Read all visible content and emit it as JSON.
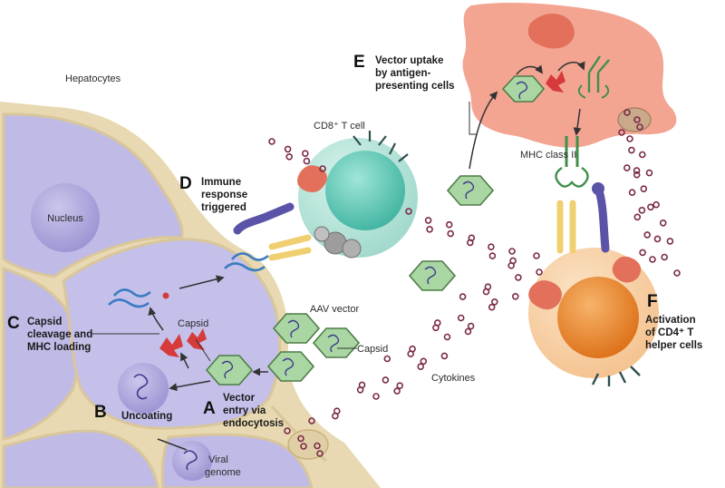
{
  "labels": {
    "hepatocytes": "Hepatocytes",
    "nucleus": "Nucleus",
    "cd8_cell": "CD8⁺ T cell",
    "aav_vector": "AAV vector",
    "capsid_1": "Capsid",
    "capsid_2": "Capsid",
    "cytokines": "Cytokines",
    "mhc_class_ii": "MHC class II",
    "viral": "Viral",
    "genome": "genome"
  },
  "steps": {
    "a": {
      "letter": "A",
      "line1": "Vector",
      "line2": "entry via",
      "line3": "endocytosis"
    },
    "b": {
      "letter": "B",
      "line1": "Uncoating"
    },
    "c": {
      "letter": "C",
      "line1": "Capsid",
      "line2": "cleavage and",
      "line3": "MHC loading"
    },
    "d": {
      "letter": "D",
      "line1": "Immune",
      "line2": "response",
      "line3": "triggered"
    },
    "e": {
      "letter": "E",
      "line1": "Vector uptake",
      "line2": "by antigen-",
      "line3": "presenting cells"
    },
    "f": {
      "letter": "F",
      "line1": "Activation",
      "line2": "of CD4⁺ T",
      "line3": "helper cells"
    }
  },
  "colors": {
    "hepatocyte_fill": "#bfbbe6",
    "hepatocyte_border": "#e3d3a8",
    "apc_fill": "#f3a592",
    "cd8_fill": "#88d8c8",
    "cd4_fill": "#f6c389",
    "cd4_nucleus": "#e37e25",
    "capsid_hex": "#a9d6a3",
    "cytokine": "#7a2a48",
    "peptide": "#d63a3a",
    "tcr": "#f0cf70",
    "mhc_blue": "#3a7bc2",
    "mhc_green": "#3f8f4a",
    "cd_molecule": "#5a53a8"
  }
}
